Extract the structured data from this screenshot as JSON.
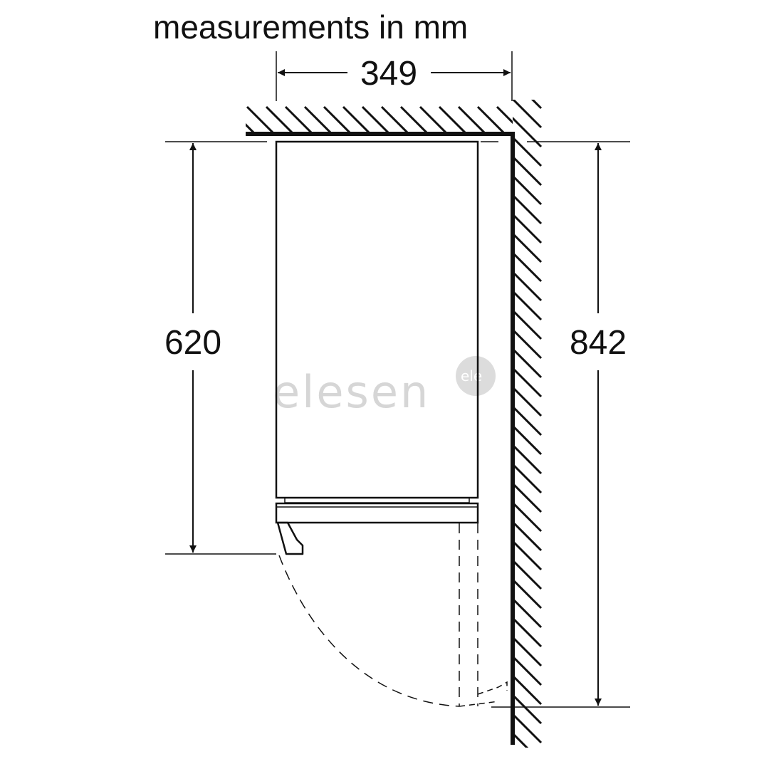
{
  "title": "measurements in mm",
  "dimensions": {
    "width": "349",
    "height_appliance": "620",
    "height_total": "842"
  },
  "watermark": {
    "text": "elesen",
    "badge": "ele"
  },
  "colors": {
    "line": "#111111",
    "watermark": "#d6d6d6"
  }
}
